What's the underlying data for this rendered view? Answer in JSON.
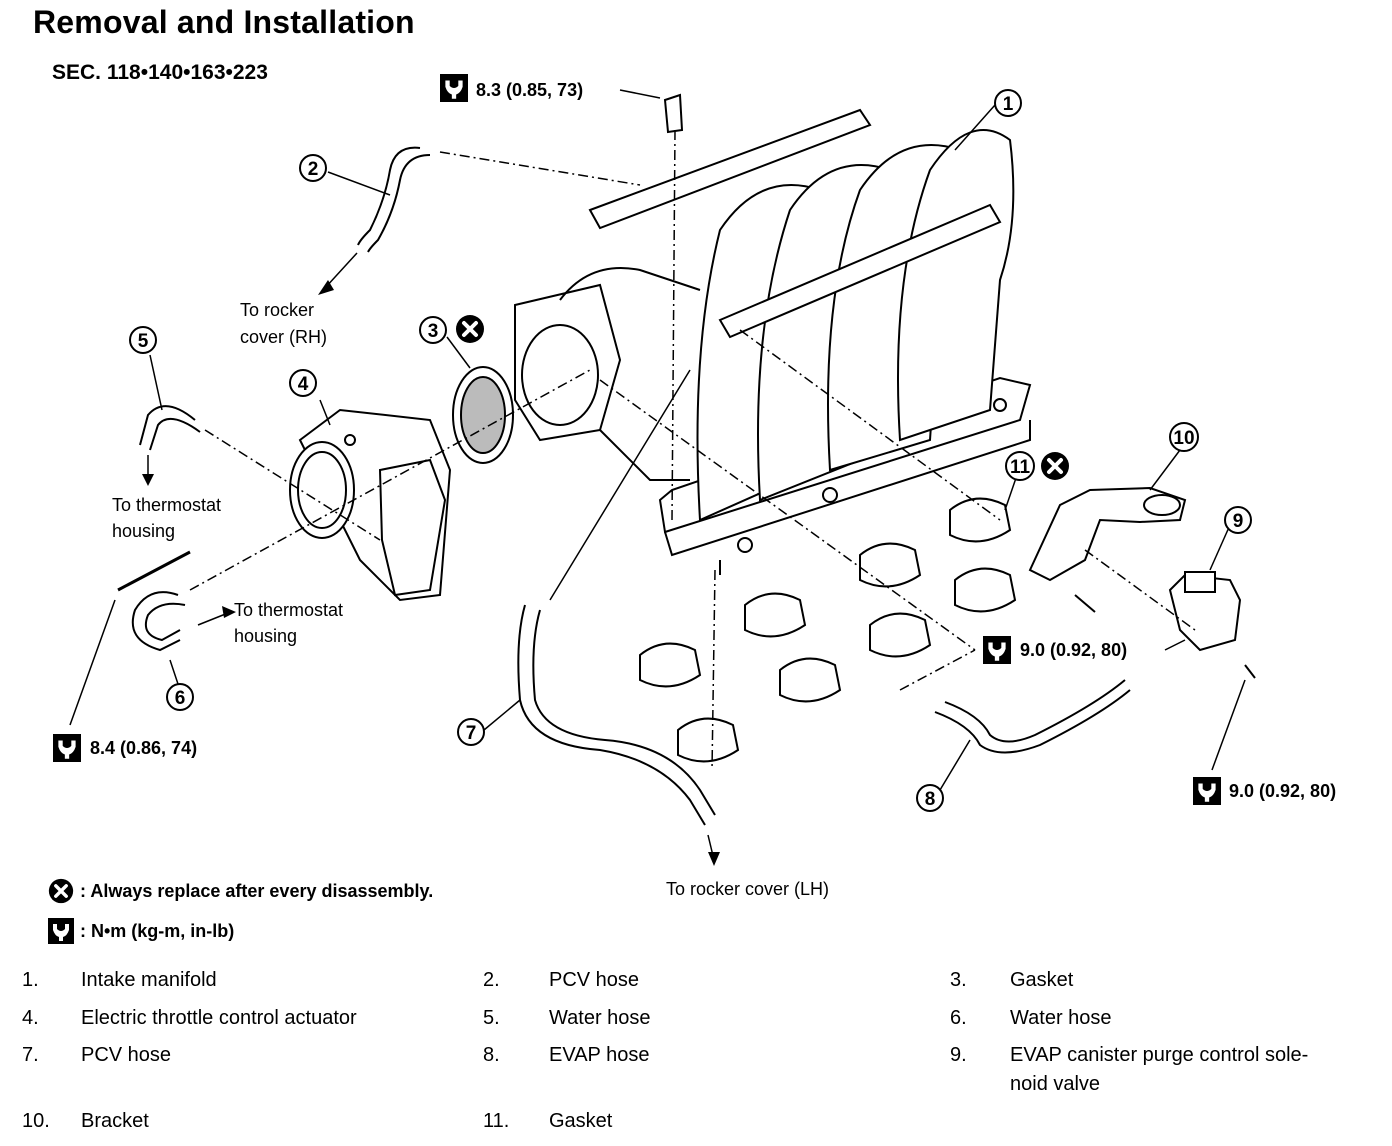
{
  "page": {
    "title": "Removal and Installation",
    "section": "SEC. 118•140•163•223"
  },
  "callouts": [
    {
      "id": "1"
    },
    {
      "id": "2"
    },
    {
      "id": "3"
    },
    {
      "id": "4"
    },
    {
      "id": "5"
    },
    {
      "id": "6"
    },
    {
      "id": "7"
    },
    {
      "id": "8"
    },
    {
      "id": "9"
    },
    {
      "id": "10"
    },
    {
      "id": "11"
    }
  ],
  "notes": {
    "rocker_rh_1": "To rocker",
    "rocker_rh_2": "cover (RH)",
    "thermo_a_1": "To thermostat",
    "thermo_a_2": "housing",
    "thermo_b_1": "To thermostat",
    "thermo_b_2": "housing",
    "rocker_lh": "To rocker cover (LH)"
  },
  "torques": {
    "t1": "8.3 (0.85, 73)",
    "t2": "8.4 (0.86, 74)",
    "t3": "9.0 (0.92, 80)",
    "t4": "9.0 (0.92, 80)"
  },
  "legend": {
    "replace": ": Always replace after every disassembly.",
    "torque": ": N•m (kg-m, in-lb)"
  },
  "parts": [
    {
      "num": "1.",
      "name": "Intake manifold"
    },
    {
      "num": "2.",
      "name": "PCV hose"
    },
    {
      "num": "3.",
      "name": "Gasket"
    },
    {
      "num": "4.",
      "name": "Electric throttle control actuator"
    },
    {
      "num": "5.",
      "name": "Water hose"
    },
    {
      "num": "6.",
      "name": "Water hose"
    },
    {
      "num": "7.",
      "name": "PCV hose"
    },
    {
      "num": "8.",
      "name": "EVAP hose"
    },
    {
      "num": "9.",
      "name": "EVAP canister purge control sole-",
      "name2": "noid valve"
    },
    {
      "num": "10.",
      "name": "Bracket"
    },
    {
      "num": "11.",
      "name": "Gasket"
    }
  ]
}
